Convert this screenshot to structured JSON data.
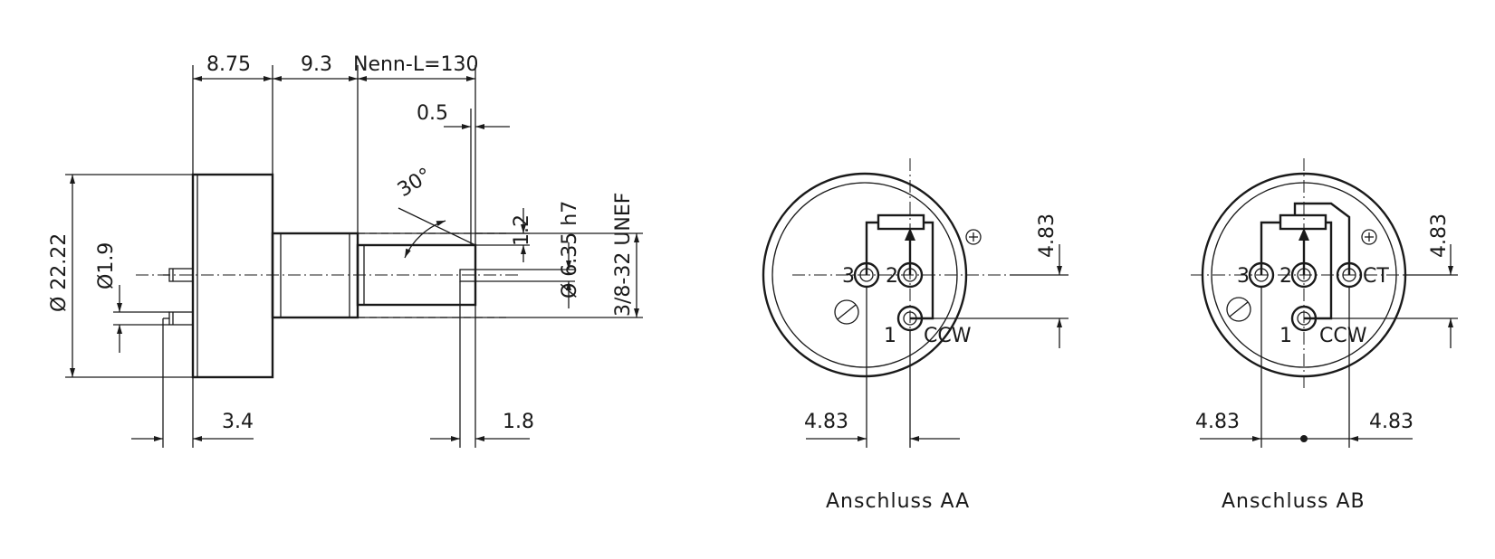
{
  "side_view": {
    "dim_8_75": "8.75",
    "dim_9_3": "9.3",
    "dim_nenn_l": "Nenn-L=130",
    "dim_0_5": "0.5",
    "dim_30deg": "30°",
    "dim_1_2": "1.2",
    "dim_shaft_dia": "Ø 6.35 h7",
    "dim_thread": "3/8-32 UNEF",
    "dim_body_dia": "Ø 22.22",
    "dim_pin_dia": "Ø1.9",
    "dim_3_4": "3.4",
    "dim_1_8": "1.8"
  },
  "view_aa": {
    "pin_3": "3",
    "pin_2": "2",
    "pin_1": "1",
    "ccw": "CCW",
    "dim_right": "4.83",
    "dim_bottom": "4.83",
    "caption": "Anschluss AA"
  },
  "view_ab": {
    "pin_3": "3",
    "pin_2": "2",
    "pin_1": "1",
    "ct": "CT",
    "ccw": "CCW",
    "dim_right": "4.83",
    "dim_bottom_left": "4.83",
    "dim_bottom_right": "4.83",
    "caption": "Anschluss AB"
  }
}
